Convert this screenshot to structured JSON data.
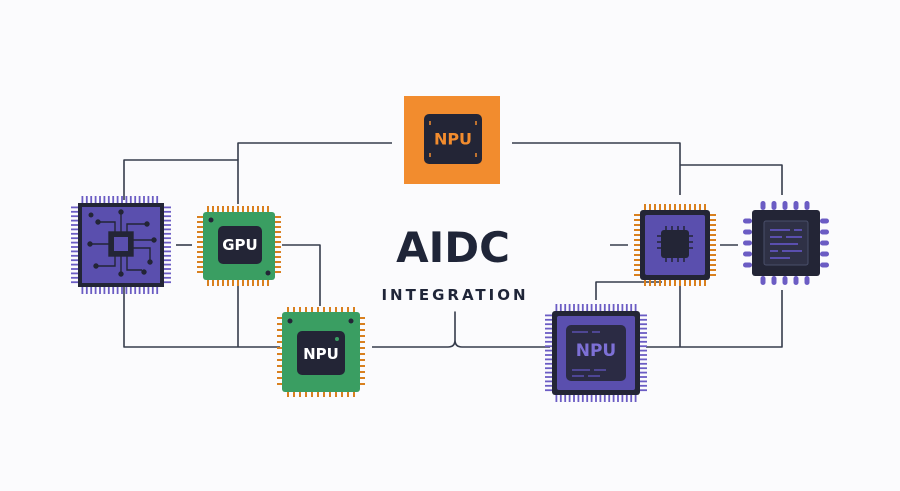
{
  "title": "AIDC",
  "subtitle": "INTEGRATION",
  "chips": {
    "npu_top": "NPU",
    "gpu": "GPU",
    "npu_green": "NPU",
    "npu_purple": "NPU"
  },
  "colors": {
    "line": "#363c4c",
    "orange": "#f28c2e",
    "orange_pin": "#d9801f",
    "green": "#3a9e62",
    "purple": "#5a4fae",
    "purple_pin": "#6b5cc4",
    "dark_core": "#232536",
    "text": "#1f2538"
  }
}
